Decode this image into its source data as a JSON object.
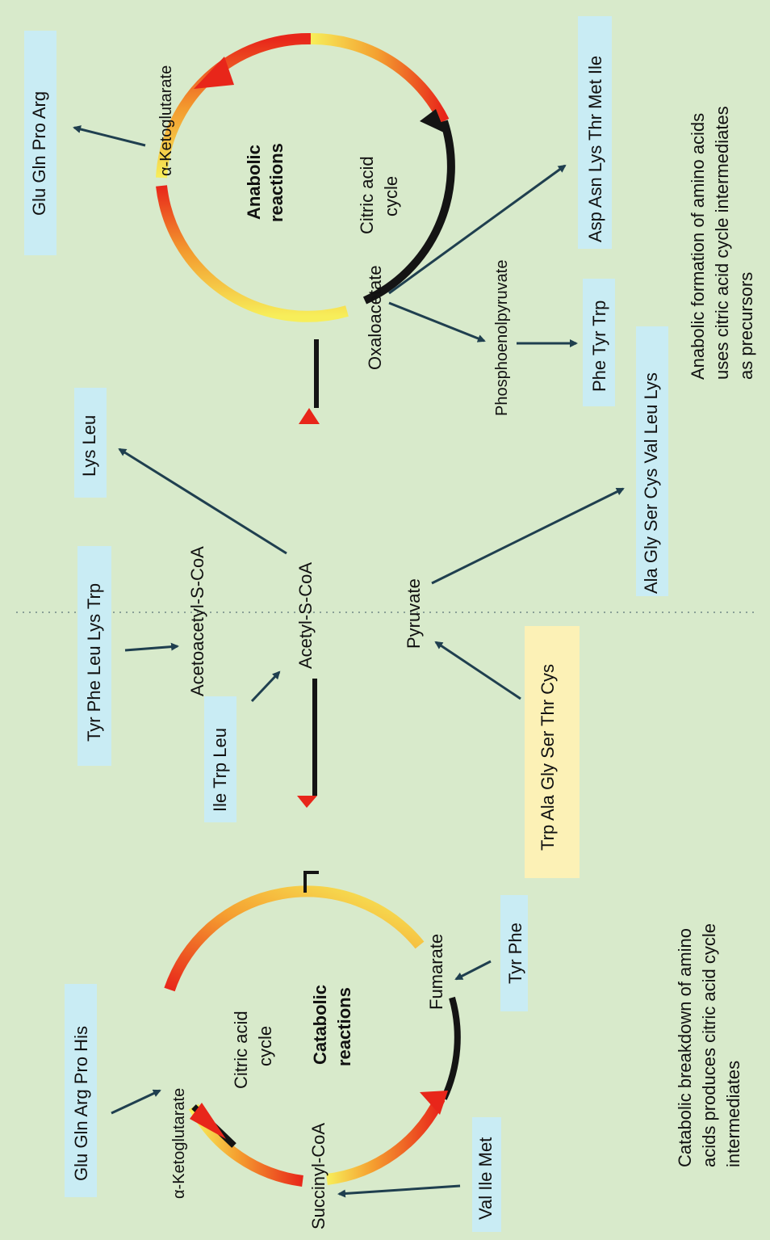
{
  "anabolic": {
    "title_line1": "Anabolic",
    "title_line2": "reactions",
    "cycle_line1": "Citric acid",
    "cycle_line2": "cycle",
    "alpha_ketoglutarate": "α-Ketoglutarate",
    "oxaloacetate": "Oxaloacetate",
    "phosphoenolpyruvate": "Phosphoenolpyruvate",
    "box_glu_gln_pro_arg": "Glu Gln Pro Arg",
    "box_asp": "Asp Asn Lys Thr Met Ile",
    "box_phe_tyr_trp": "Phe Tyr Trp",
    "box_ala_gly": "Ala Gly Ser Cys Val Leu Lys",
    "box_lys_leu": "Lys Leu",
    "caption_line1": "Anabolic  formation  of  amino  acids",
    "caption_line2": "uses citric acid cycle intermediates",
    "caption_line3": "as precursors"
  },
  "middle": {
    "acetyl_scoa": "Acetyl-S-CoA",
    "acetoacetyl_scoa": "Acetoacetyl-S-CoA",
    "pyruvate": "Pyruvate",
    "box_tyr_phe": "Tyr Phe Leu Lys Trp",
    "box_ile_trp_leu": "Ile Trp Leu",
    "box_trp_ala": "Trp Ala Gly Ser Thr Cys"
  },
  "catabolic": {
    "title_line1": "Catabolic",
    "title_line2": "reactions",
    "cycle_line1": "Citric acid",
    "cycle_line2": "cycle",
    "alpha_ketoglutarate": "α-Ketoglutarate",
    "succinyl_coa": "Succinyl-CoA",
    "fumarate": "Fumarate",
    "box_glu_his": "Glu Gln Arg Pro His",
    "box_val": "Val Ile Met",
    "box_tyr_phe": "Tyr Phe",
    "caption_line1": "Catabolic  breakdown  of  amino",
    "caption_line2": "acids produces citric acid cycle",
    "caption_line3": "intermediates"
  },
  "colors": {
    "background": "#d8eacb",
    "box_blue": "#c9ecf4",
    "box_yellow": "#fcf1b6",
    "arrow": "#1f3f4f",
    "arc_black": "#141414",
    "arc_red": "#e8261a",
    "arc_yellow": "#f7ee5a"
  }
}
